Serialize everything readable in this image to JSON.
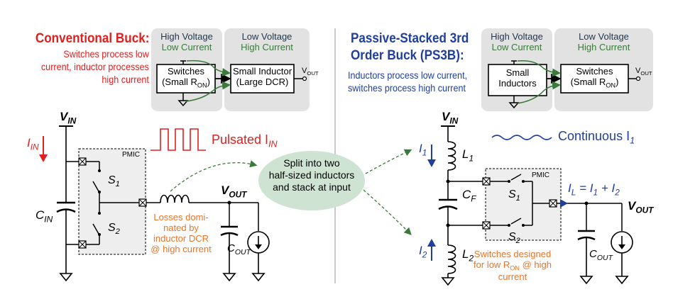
{
  "left": {
    "title": "Conventional Buck:",
    "desc": [
      "Switches process low",
      "current, inductor processes",
      "high current"
    ],
    "hv_box": {
      "line1": "High Voltage",
      "line2": "Low Current"
    },
    "lv_box": {
      "line1": "Low Voltage",
      "line2": "High Current"
    },
    "switches_block": {
      "line1": "Switches",
      "line2": "(Small R",
      "sub": "ON",
      "close": ")"
    },
    "inductor_block": {
      "line1": "Small Inductor",
      "line2": "(Large DCR)"
    },
    "vout_small": "V",
    "vout_small_sub": "OUT",
    "pulsated_label": "Pulsated I",
    "pulsated_sub": "IN",
    "pmic": "PMIC",
    "vin": "V",
    "vin_sub": "IN",
    "iin": "I",
    "iin_sub": "IN",
    "cin": "C",
    "cin_sub": "IN",
    "s1": "S",
    "s1_sub": "1",
    "s2": "S",
    "s2_sub": "2",
    "vout": "V",
    "vout_sub": "OUT",
    "cout": "C",
    "cout_sub": "OUT",
    "loss_note": [
      "Losses domi-",
      "nated by",
      "inductor DCR",
      "@ high current"
    ]
  },
  "center": {
    "ellipse_text": [
      "Split into two",
      "half-sized inductors",
      "and stack at input"
    ]
  },
  "right": {
    "title": [
      "Passive-Stacked 3rd",
      "Order Buck (PS3B):"
    ],
    "desc": [
      "Inductors process low current,",
      "switches process high current"
    ],
    "hv_box": {
      "line1": "High Voltage",
      "line2": "Low Current"
    },
    "lv_box": {
      "line1": "Low Voltage",
      "line2": "High Current"
    },
    "inductors_block": {
      "line1": "Small",
      "line2": "Inductors"
    },
    "switches_block": {
      "line1": "Switches",
      "line2": "(Small R",
      "sub": "ON",
      "close": ")"
    },
    "vout_small": "V",
    "vout_small_sub": "OUT",
    "continuous_label": "Continuous I",
    "continuous_sub": "1",
    "vin": "V",
    "vin_sub": "IN",
    "i1": "I",
    "i1_sub": "1",
    "i2": "I",
    "i2_sub": "2",
    "l1": "L",
    "l1_sub": "1",
    "l2": "L",
    "l2_sub": "2",
    "cf": "C",
    "cf_sub": "F",
    "pmic": "PMIC",
    "s1": "S",
    "s1_sub": "1",
    "s2": "S",
    "s2_sub": "2",
    "il_eq": [
      "I",
      "L",
      " = I",
      "1",
      " + I",
      "2"
    ],
    "vout": "V",
    "vout_sub": "OUT",
    "cout": "C",
    "cout_sub": "OUT",
    "switch_note": [
      "Switches designed",
      "for low R",
      "ON",
      " @ high",
      "current"
    ]
  },
  "colors": {
    "red": "#e02020",
    "blue": "#1f3f9e",
    "green": "#3a7a3a",
    "orange": "#e8752a",
    "ellipse_fill": "#cfe3d3",
    "panel_fill": "#e2e2e2",
    "pmic_fill": "#eeeeee"
  }
}
